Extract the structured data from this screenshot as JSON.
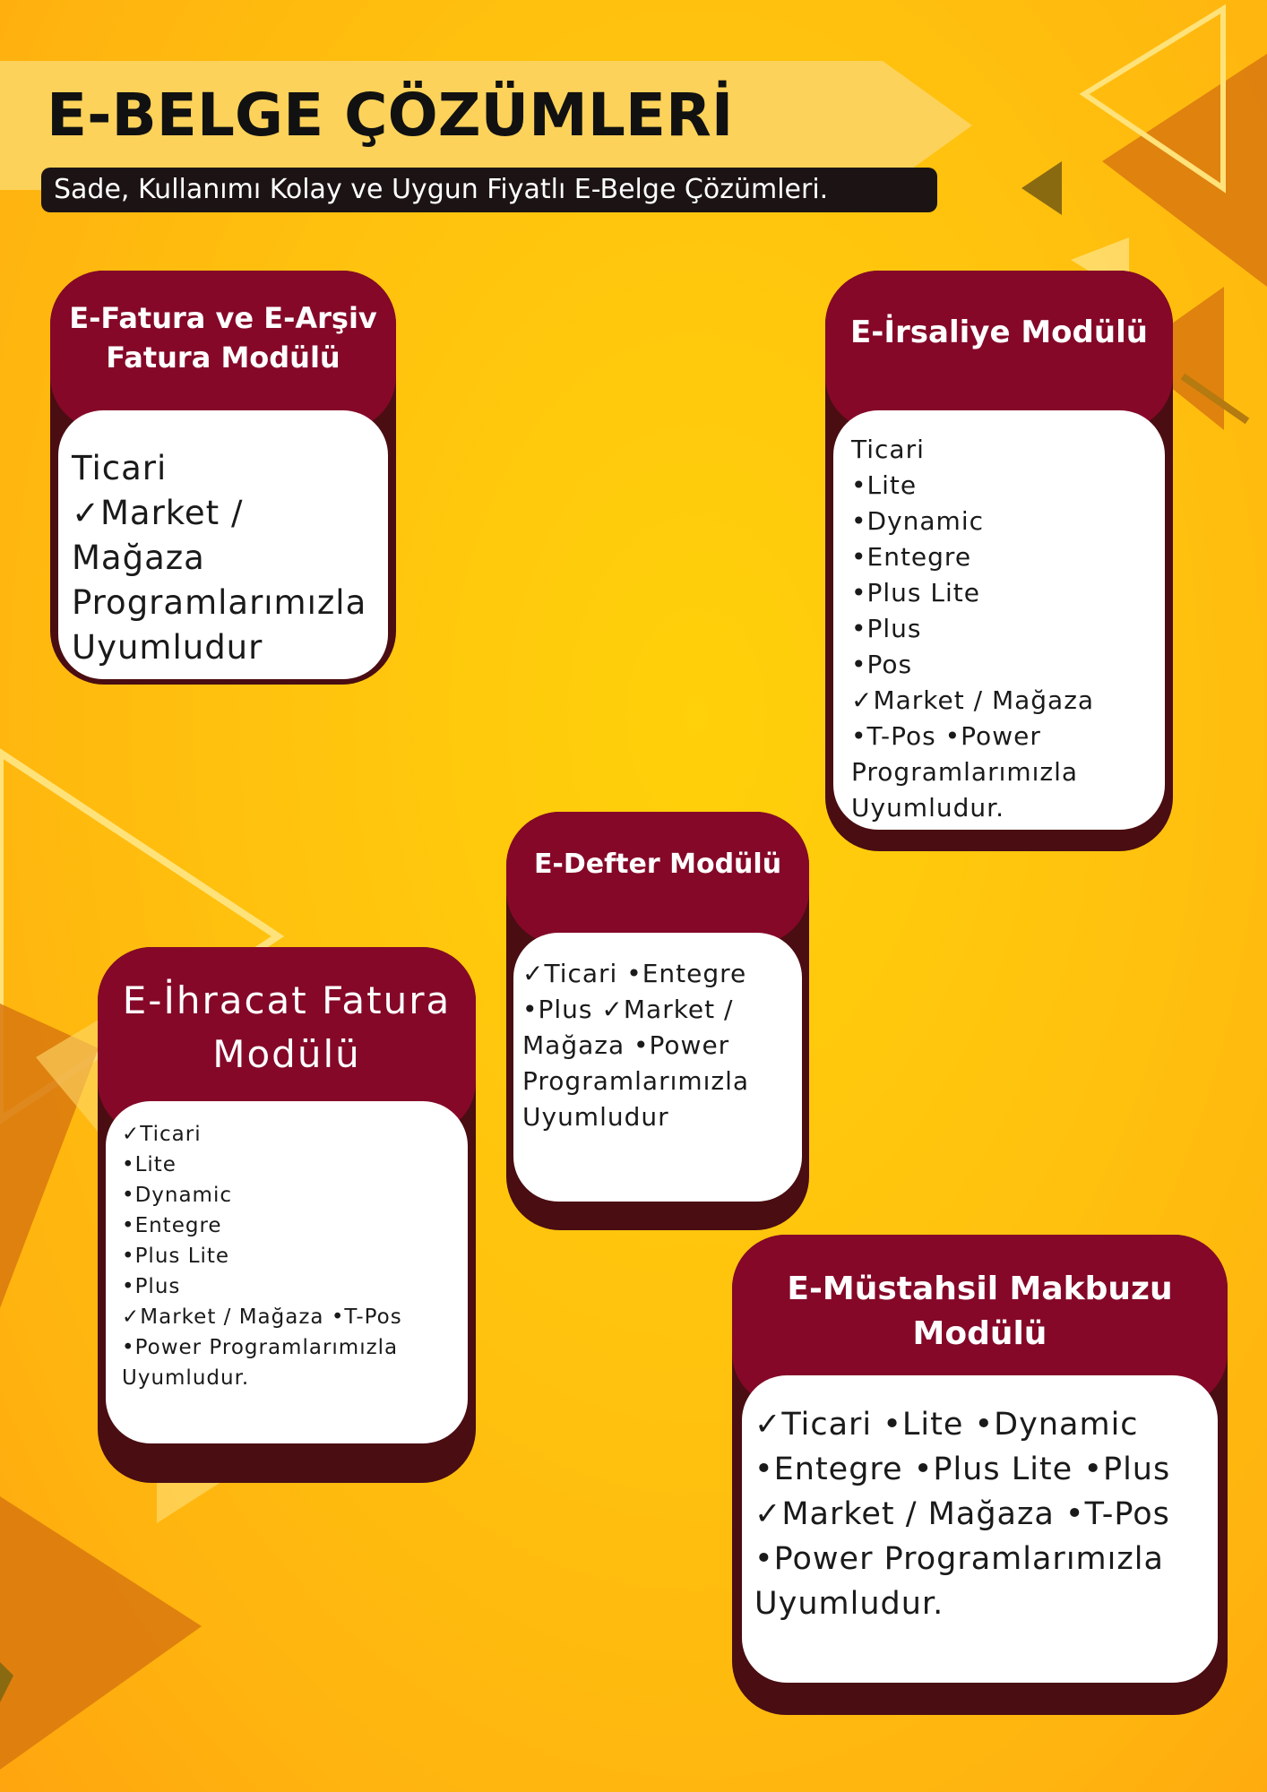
{
  "header": {
    "title": "E-BELGE ÇÖZÜMLERİ",
    "subtitle": "Sade, Kullanımı Kolay ve Uygun Fiyatlı E-Belge Çözümleri."
  },
  "colors": {
    "background": "#ffc20e",
    "card_header": "#850828",
    "card_shadow": "#4a0d12",
    "card_body": "#ffffff",
    "title_band": "#fcd25a"
  },
  "cards": [
    {
      "title_lines": [
        "E-Fatura ve E-Arşiv",
        "Fatura Modülü"
      ],
      "body": "Ticari\n✓Market / Mağaza\nProgramlarımızla\nUyumludur"
    },
    {
      "title_lines": [
        "E-İrsaliye Modülü"
      ],
      "body": "Ticari\n•Lite\n•Dynamic\n•Entegre\n•Plus Lite\n•Plus\n•Pos\n✓Market / Mağaza\n •T-Pos •Power\nProgramlarımızla\nUyumludur."
    },
    {
      "title_lines": [
        "E-Defter Modülü"
      ],
      "body": " ✓Ticari •Entegre\n•Plus ✓Market /\nMağaza •Power\nProgramlarımızla\nUyumludur"
    },
    {
      "title_lines": [
        "E-İhracat Fatura",
        "Modülü"
      ],
      "body": "✓Ticari\n•Lite\n•Dynamic\n•Entegre\n•Plus Lite\n•Plus\n✓Market / Mağaza •T-Pos\n•Power Programlarımızla\nUyumludur."
    },
    {
      "title_lines": [
        "E-Müstahsil Makbuzu",
        "Modülü"
      ],
      "body": "✓Ticari •Lite •Dynamic\n•Entegre •Plus Lite •Plus\n✓Market / Mağaza •T-Pos\n•Power Programlarımızla\nUyumludur."
    }
  ]
}
